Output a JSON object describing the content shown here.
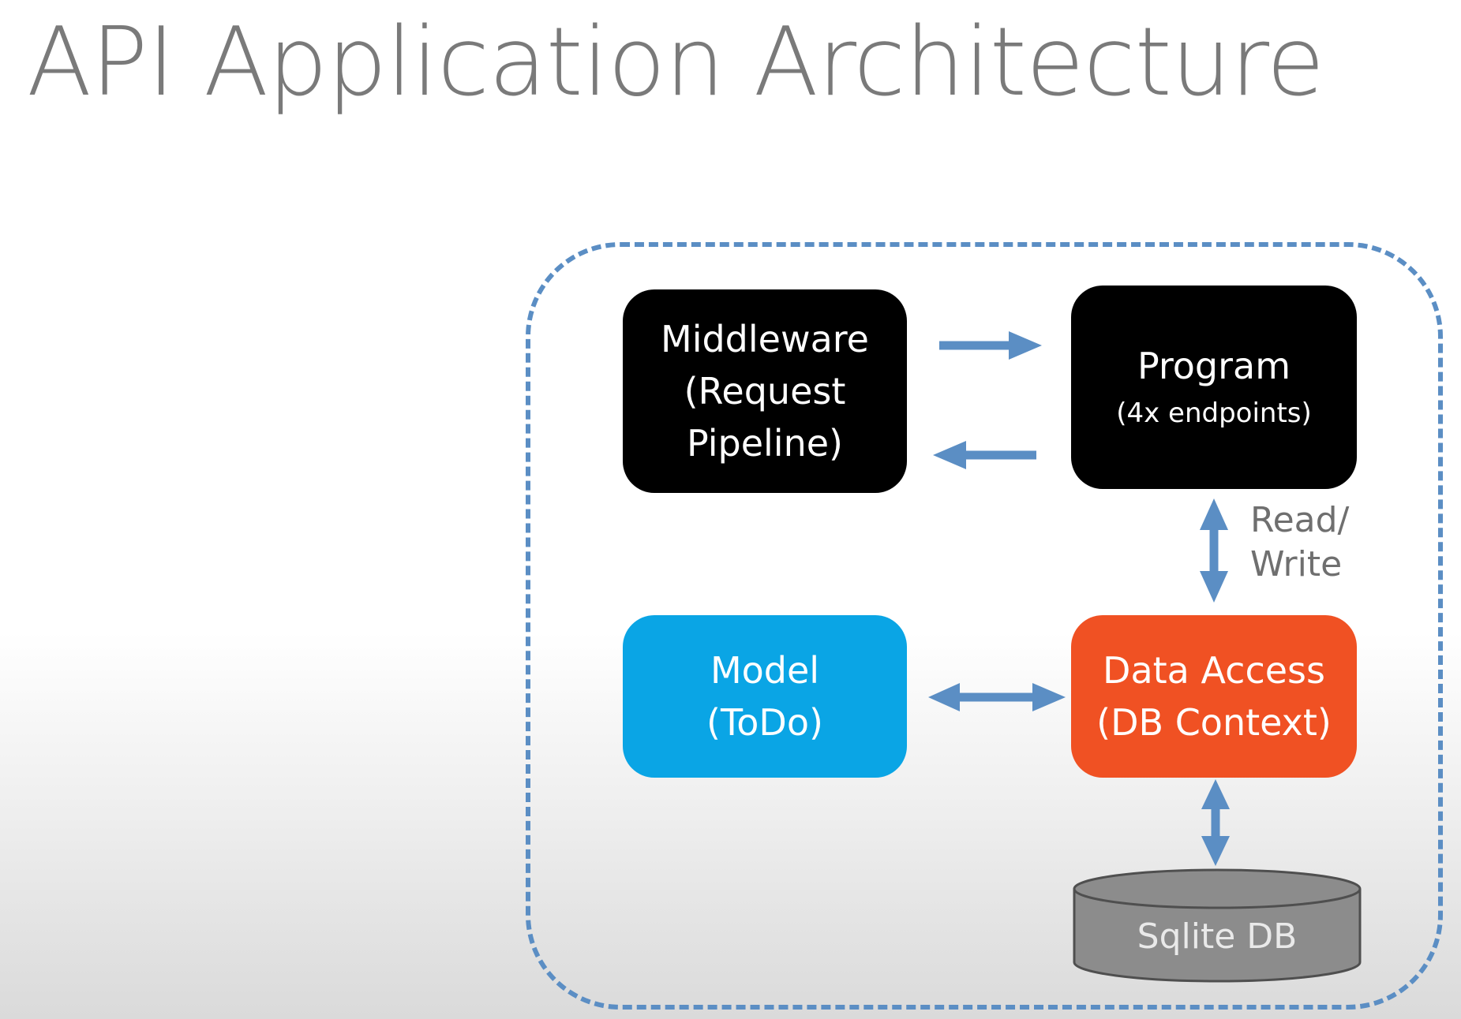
{
  "title": "API Application Architecture",
  "colors": {
    "title_text": "#7a7a7a",
    "frame_border": "#5b8ec4",
    "arrow": "#5b8ec4",
    "middleware_fill": "#000000",
    "program_fill": "#000000",
    "model_fill": "#0aa5e5",
    "data_access_fill": "#f05123",
    "database_fill": "#8c8c8c",
    "box_text": "#ffffff",
    "annotation_text": "#6f6f6f"
  },
  "nodes": {
    "middleware": {
      "line1": "Middleware",
      "line2": "(Request",
      "line3": "Pipeline)"
    },
    "program": {
      "line1": "Program",
      "line2": "(4x endpoints)"
    },
    "model": {
      "line1": "Model",
      "line2": "(ToDo)"
    },
    "data_access": {
      "line1": "Data Access",
      "line2": "(DB Context)"
    },
    "database": {
      "label": "Sqlite DB"
    }
  },
  "edges": [
    {
      "from": "middleware",
      "to": "program",
      "direction": "forward"
    },
    {
      "from": "program",
      "to": "middleware",
      "direction": "forward"
    },
    {
      "from": "program",
      "to": "data_access",
      "direction": "both",
      "label": "Read/ Write"
    },
    {
      "from": "model",
      "to": "data_access",
      "direction": "both"
    },
    {
      "from": "data_access",
      "to": "database",
      "direction": "both"
    }
  ],
  "annotations": {
    "read_write": {
      "line1": "Read/",
      "line2": "Write"
    }
  }
}
